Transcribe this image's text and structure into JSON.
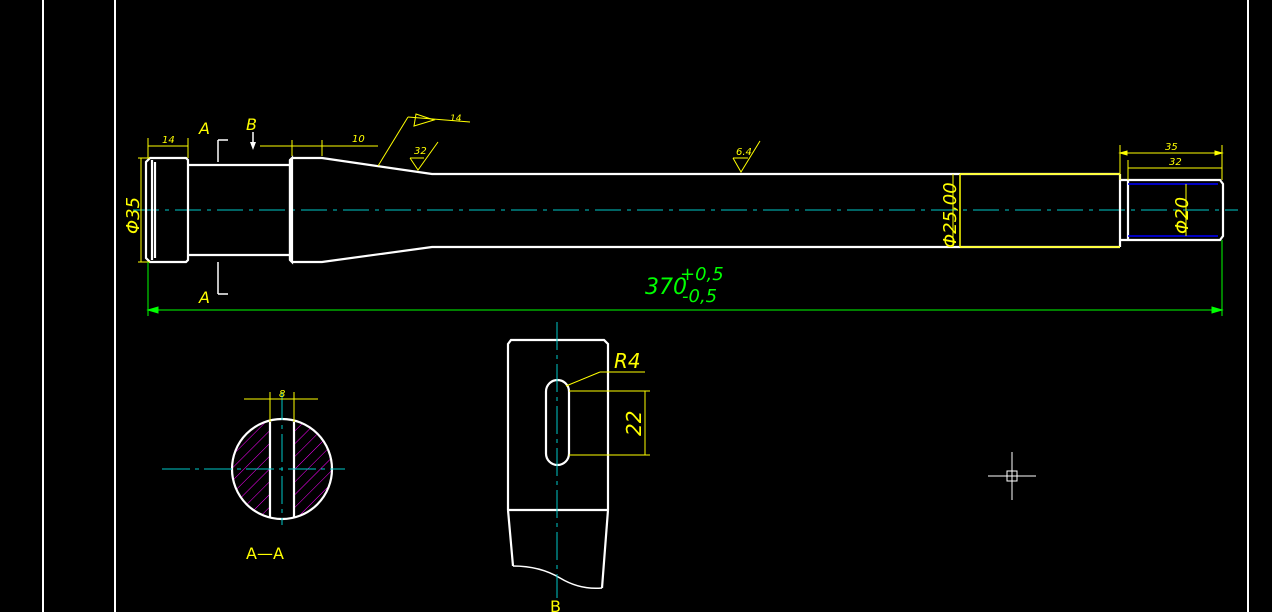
{
  "colors": {
    "background": "#000000",
    "outline": "#ffffff",
    "dimension": "#ffff00",
    "overall_dimension": "#00ff00",
    "centerline": "#00c8c8",
    "hatch": "#ff00ff",
    "thread": "#0000ff"
  },
  "main_view": {
    "dim_left_collar_width": "14",
    "dim_chamfer_len": "10",
    "dim_left_dia": "Φ35",
    "dim_body_dia": "Φ25,00",
    "dim_thread_dia": "Φ20",
    "dim_thread_len_outer": "35",
    "dim_thread_len_inner": "32",
    "overall_length": "370",
    "overall_tol_upper": "+0,5",
    "overall_tol_lower": "-0,5",
    "roughness_cone": "32",
    "roughness_leader": "14",
    "roughness_body": "6.4",
    "section_a_top": "A",
    "section_a_bottom": "A",
    "view_b_label": "B"
  },
  "section_view": {
    "slot_width": "8",
    "title": "A—A"
  },
  "detail_view": {
    "radius": "R4",
    "slot_length": "22",
    "label": "B"
  }
}
